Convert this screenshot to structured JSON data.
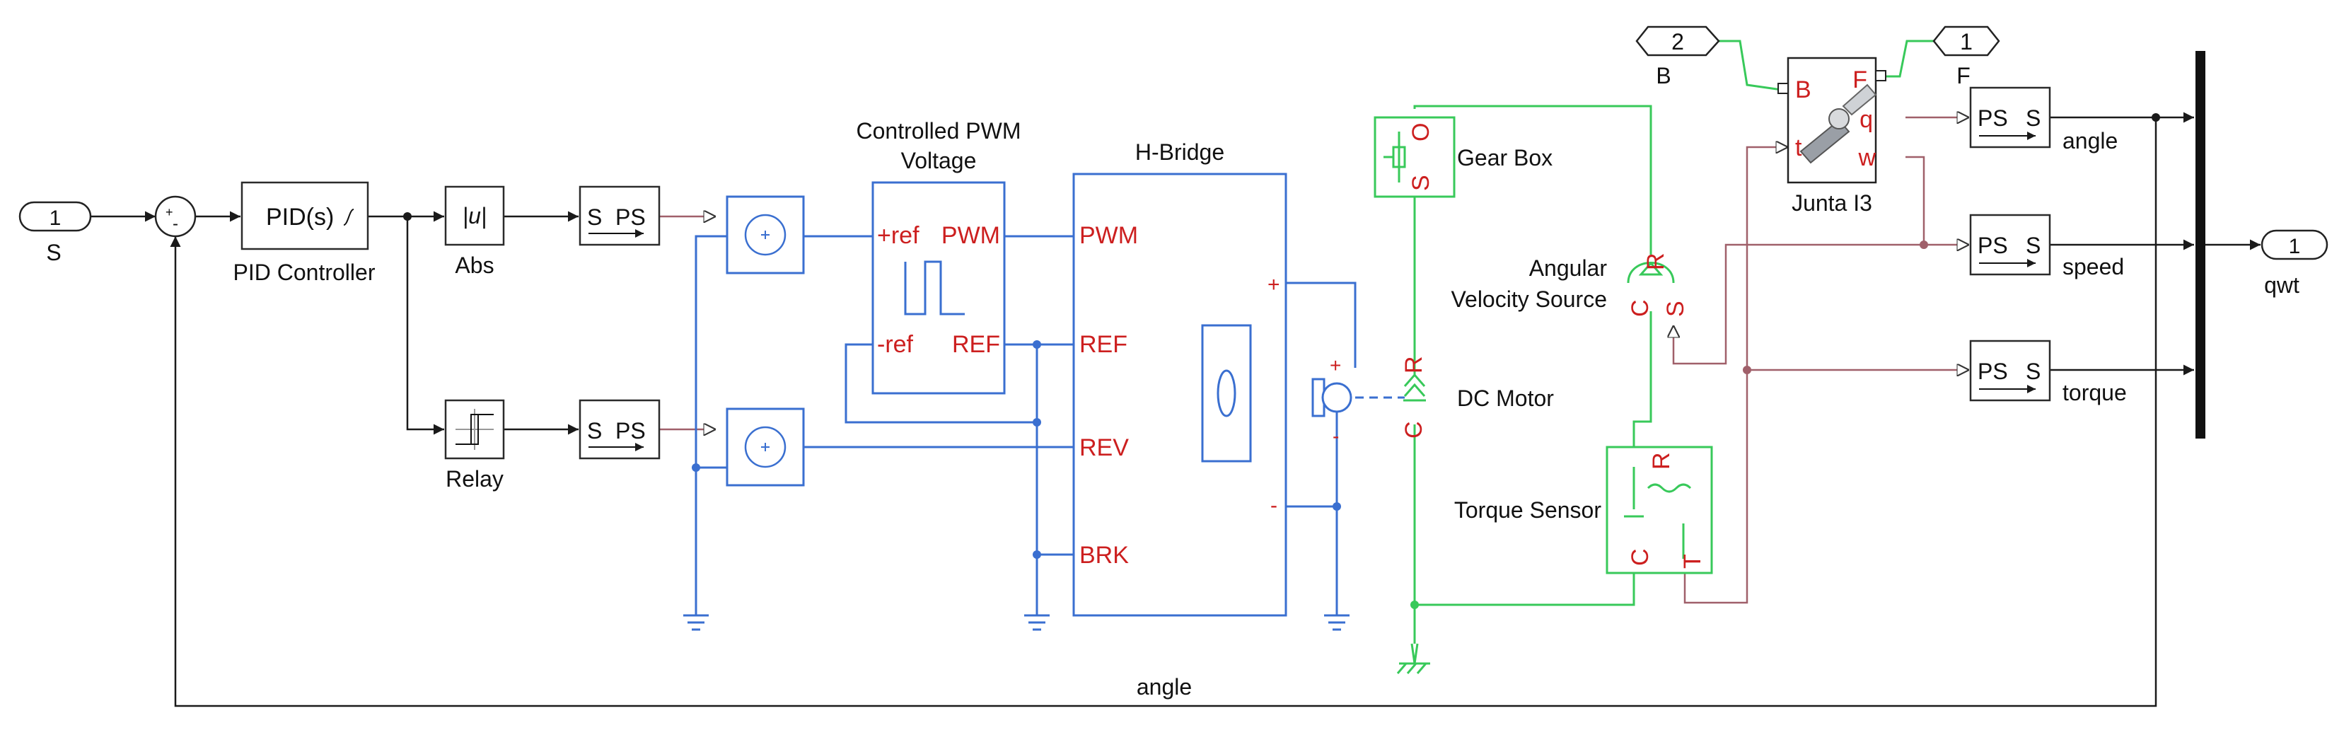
{
  "ports": {
    "in_s": {
      "number": "1",
      "label": "S"
    },
    "out_qwt": {
      "number": "1",
      "label": "qwt"
    },
    "goto_b": {
      "number": "2",
      "label": "B"
    },
    "goto_f": {
      "number": "1",
      "label": "F"
    }
  },
  "blocks": {
    "sum_signs": {
      "plus": "+",
      "minus": "-"
    },
    "pid": {
      "text": "PID(s)",
      "label": "PID Controller"
    },
    "abs": {
      "text": "|u|",
      "label": "Abs"
    },
    "relay": {
      "label": "Relay"
    },
    "sps": {
      "s": "S",
      "ps": "PS"
    },
    "pss": {
      "ps": "PS",
      "s": "S"
    },
    "pwm": {
      "label_line1": "Controlled PWM",
      "label_line2": "Voltage",
      "port_pref": "+ref",
      "port_pwm": "PWM",
      "port_nref": "-ref",
      "port_ref": "REF"
    },
    "hbridge": {
      "label": "H-Bridge",
      "port_pwm": "PWM",
      "port_ref": "REF",
      "port_rev": "REV",
      "port_brk": "BRK",
      "plus": "+",
      "minus": "-"
    },
    "dc_motor": {
      "label": "DC Motor",
      "port_c": "C",
      "port_r": "R",
      "plus": "+",
      "minus": "-"
    },
    "gearbox": {
      "label": "Gear Box",
      "port_o": "O",
      "port_s": "S"
    },
    "ang_vel": {
      "label_line1": "Angular",
      "label_line2": "Velocity Source",
      "port_c": "C",
      "port_r": "R",
      "port_s": "S"
    },
    "torque_sensor": {
      "label": "Torque Sensor",
      "port_c": "C",
      "port_r": "R",
      "port_t": "T"
    },
    "junta": {
      "label": "Junta I3",
      "port_b": "B",
      "port_f": "F",
      "port_t": "t",
      "port_q": "q",
      "port_w": "w"
    },
    "outputs": {
      "angle": "angle",
      "speed": "speed",
      "torque": "torque"
    }
  },
  "signals": {
    "feedback": "angle"
  }
}
